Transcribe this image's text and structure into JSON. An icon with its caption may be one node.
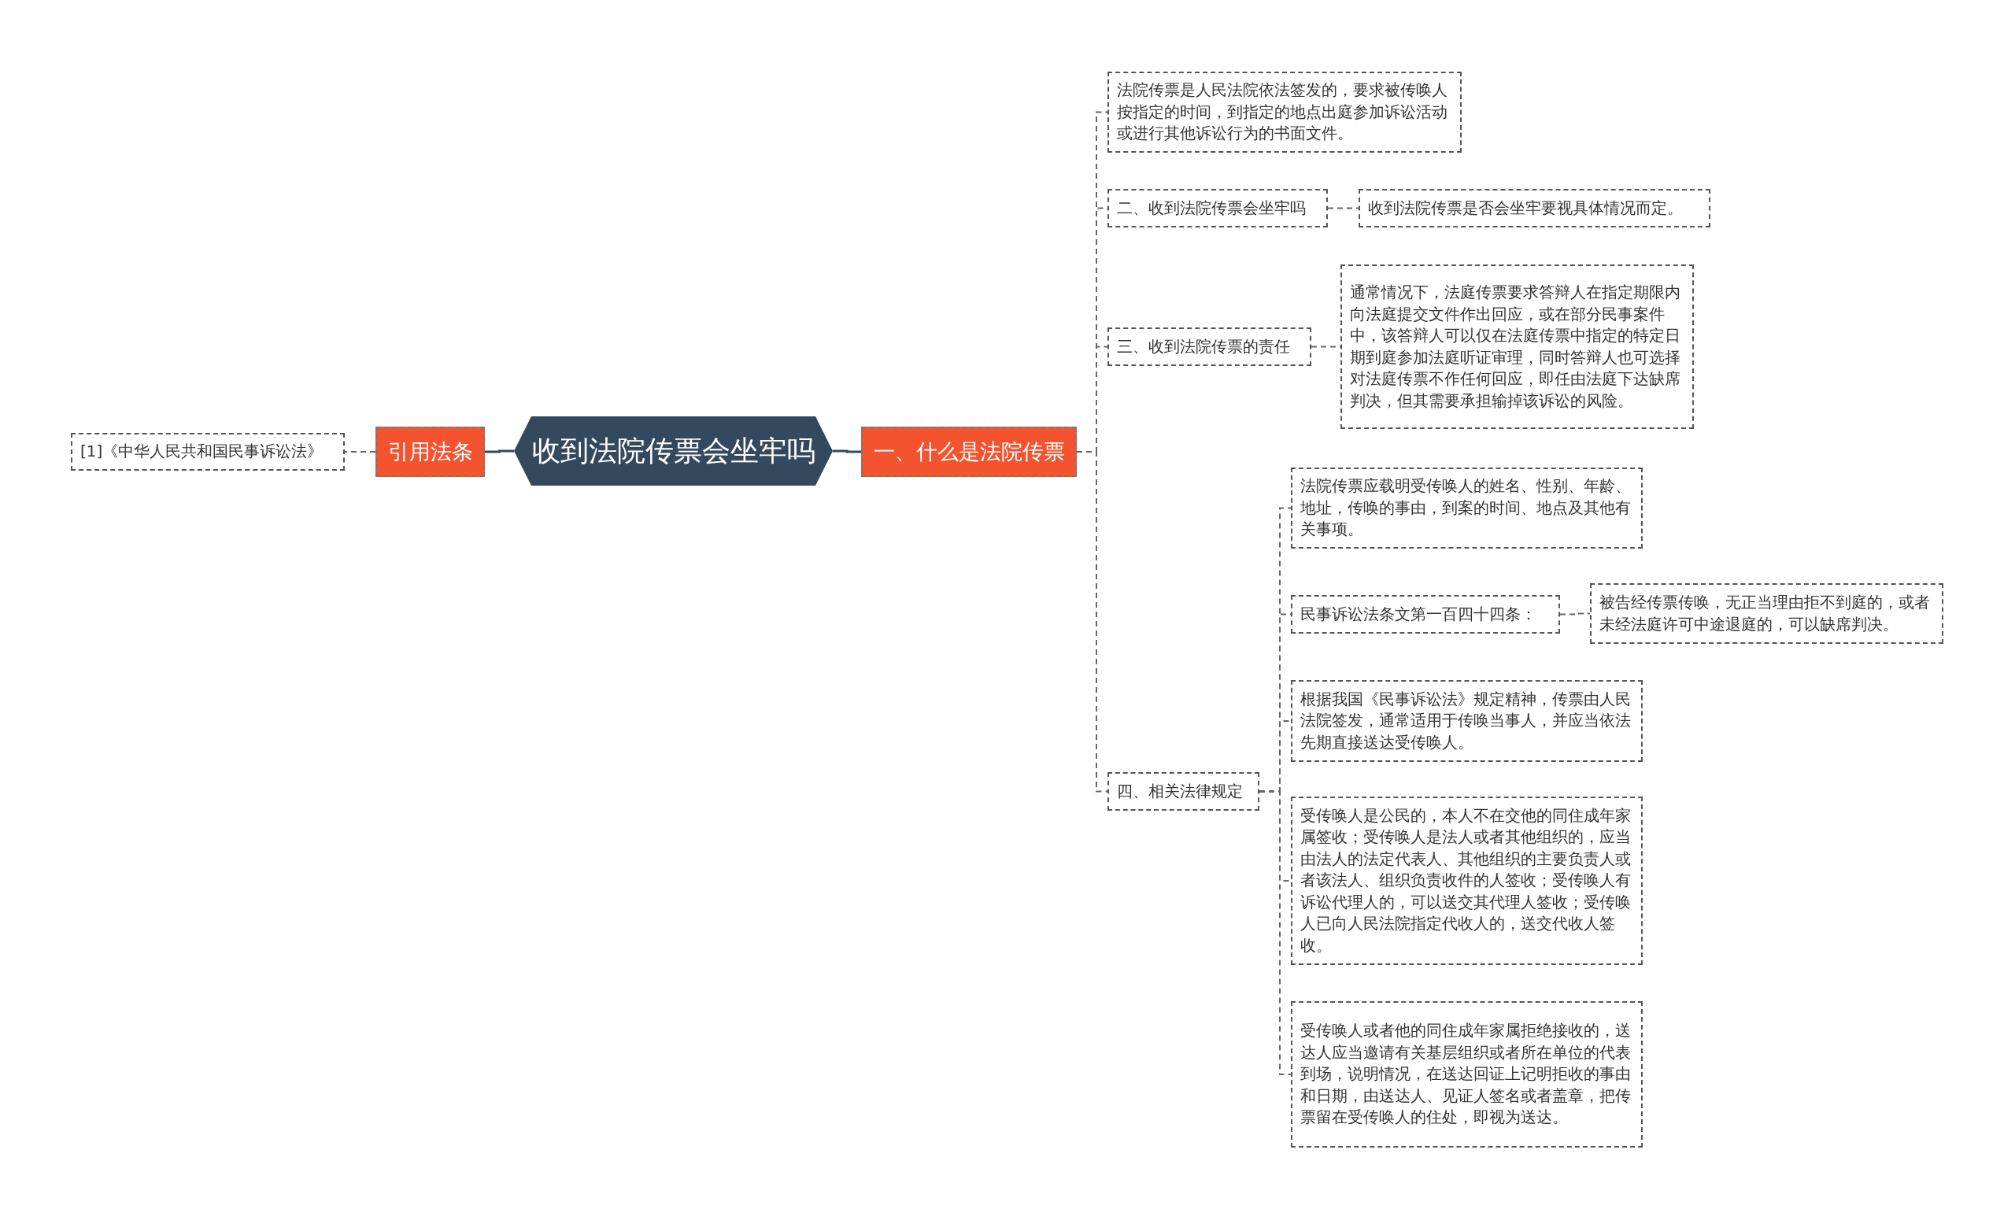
{
  "diagram": {
    "nodes": [
      {
        "text": [
          "收到法院传票会坐牢吗"
        ]
      },
      {
        "text": [
          "一、什么是法院传票"
        ]
      },
      {
        "text": [
          "引用法条"
        ]
      },
      {
        "text": [
          "[1]《中华人民共和国民事诉讼法》"
        ]
      },
      {
        "text": [
          "法院传票是人民法院依法签发的，要求被传唤人按指定的时间，到指定的地点出庭参加诉讼活动或进行其他诉讼行为的书面文件。"
        ]
      },
      {
        "text": [
          "二、收到法院传票会坐牢吗"
        ]
      },
      {
        "text": [
          "收到法院传票是否会坐牢要视具体情况而定。"
        ]
      },
      {
        "text": [
          "三、收到法院传票的责任"
        ]
      },
      {
        "text": [
          "通常情况下，法庭传票要求答辩人在指定期限内向法庭提交文件作出回应，或在部分民事案件中，该答辩人可以仅在法庭传票中指定的特定日期到庭参加法庭听证审理，同时答辩人也可选择对法庭传票不作任何回应，即任由法庭下达缺席判决，但其需要承担输掉该诉讼的风险。"
        ]
      },
      {
        "text": [
          "四、相关法律规定"
        ]
      },
      {
        "text": [
          "法院传票应载明受传唤人的姓名、性别、年龄、地址，传唤的事由，到案的时间、地点及其他有关事项。"
        ]
      },
      {
        "text": [
          "民事诉讼法条文第一百四十四条："
        ]
      },
      {
        "text": [
          "被告经传票传唤，无正当理由拒不到庭的，或者未经法庭许可中途退庭的，可以缺席判决。"
        ]
      },
      {
        "text": [
          "根据我国《民事诉讼法》规定精神，传票由人民法院签发，通常适用于传唤当事人，并应当依法先期直接送达受传唤人。"
        ]
      },
      {
        "text": [
          "受传唤人是公民的，本人不在交他的同住成年家属签收；受传唤人是法人或者其他组织的，应当由法人的法定代表人、其他组织的主要负责人或者该法人、组织负责收件的人签收；受传唤人有诉讼代理人的，可以送交其代理人签收；受传唤人已向人民法院指定代收人的，送交代收人签收。"
        ]
      },
      {
        "text": [
          "受传唤人或者他的同住成年家属拒绝接收的，送达人应当邀请有关基层组织或者所在单位的代表到场，说明情况，在送达回证上记明拒收的事由和日期，由送达人、见证人签名或者盖章，把传票留在受传唤人的住处，即视为送达。"
        ]
      }
    ],
    "edges": [
      {
        "from": 0,
        "to": 1,
        "arrow": "none"
      },
      {
        "from": 0,
        "to": 2,
        "arrow": "none"
      },
      {
        "from": 2,
        "to": 3,
        "arrow": "none",
        "style": "dashed"
      },
      {
        "from": 1,
        "to": 4,
        "arrow": "none",
        "style": "dashed"
      },
      {
        "from": 1,
        "to": 5,
        "arrow": "none",
        "style": "dashed"
      },
      {
        "from": 1,
        "to": 7,
        "arrow": "none",
        "style": "dashed"
      },
      {
        "from": 1,
        "to": 9,
        "arrow": "none",
        "style": "dashed"
      },
      {
        "from": 5,
        "to": 6,
        "arrow": "none",
        "style": "dashed"
      },
      {
        "from": 7,
        "to": 8,
        "arrow": "none",
        "style": "dashed"
      },
      {
        "from": 9,
        "to": 10,
        "arrow": "none",
        "style": "dashed"
      },
      {
        "from": 9,
        "to": 11,
        "arrow": "none",
        "style": "dashed"
      },
      {
        "from": 9,
        "to": 13,
        "arrow": "none",
        "style": "dashed"
      },
      {
        "from": 9,
        "to": 14,
        "arrow": "none",
        "style": "dashed"
      },
      {
        "from": 9,
        "to": 15,
        "arrow": "none",
        "style": "dashed"
      },
      {
        "from": 11,
        "to": 12,
        "arrow": "none",
        "style": "dashed"
      }
    ]
  }
}
